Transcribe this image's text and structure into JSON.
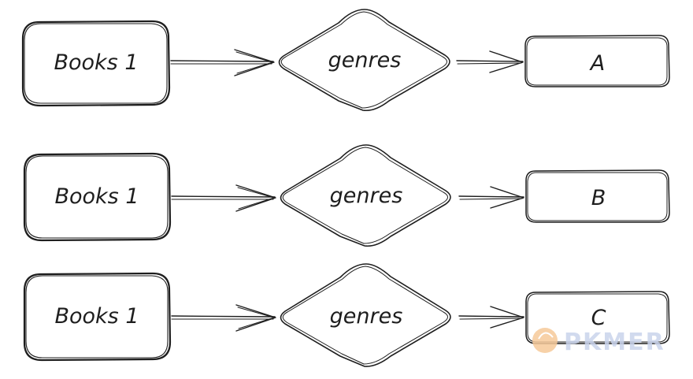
{
  "diagram": {
    "rows": [
      {
        "entity": "Books 1",
        "relation": "genres",
        "target": "A"
      },
      {
        "entity": "Books 1",
        "relation": "genres",
        "target": "B"
      },
      {
        "entity": "Books 1",
        "relation": "genres",
        "target": "C"
      }
    ]
  },
  "watermark": {
    "text": "PKMER"
  },
  "colors": {
    "stroke": "#1e1e1e",
    "background": "#ffffff",
    "watermark_orange": "#f6c99a",
    "watermark_blue": "#c9d4ec"
  }
}
